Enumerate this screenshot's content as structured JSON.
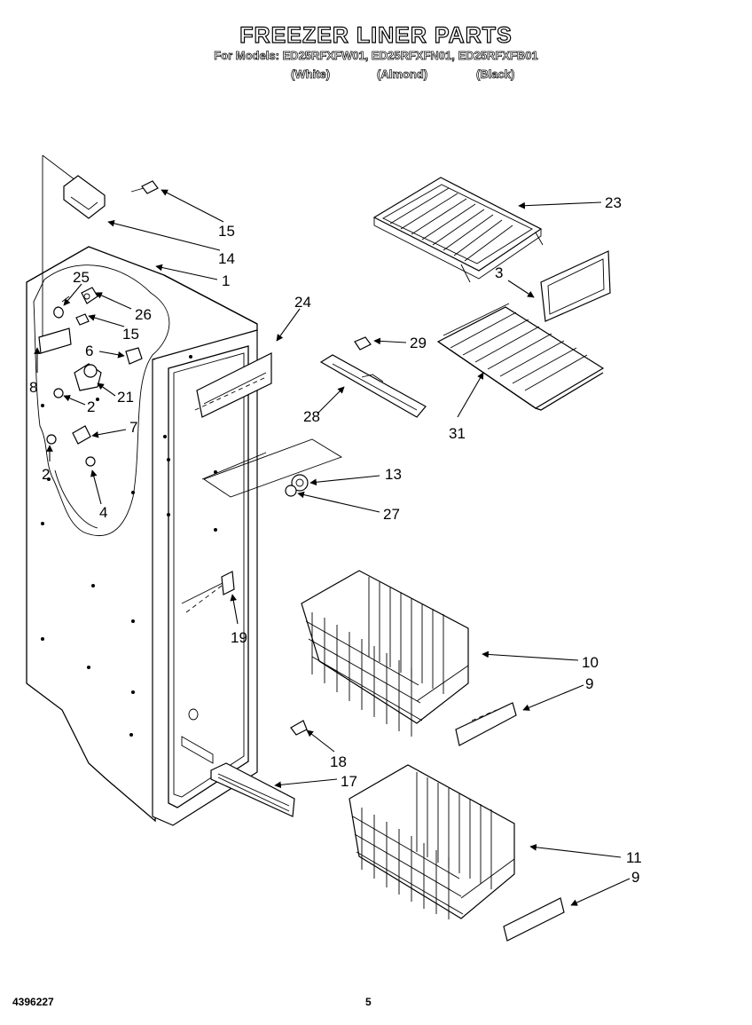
{
  "header": {
    "title": "FREEZER LINER PARTS",
    "models": "For Models: ED25RFXFW01, ED25RFXFN01, ED25RFXFB01",
    "colors": [
      "(White)",
      "(Almond)",
      "(Black)"
    ]
  },
  "callouts": {
    "c23": "23",
    "c15a": "15",
    "c14": "14",
    "c1": "1",
    "c25": "25",
    "c26": "26",
    "c15b": "15",
    "c24": "24",
    "c3": "3",
    "c29": "29",
    "c6": "6",
    "c8": "8",
    "c21": "21",
    "c2a": "2",
    "c28": "28",
    "c31": "31",
    "c7": "7",
    "c2b": "2",
    "c13": "13",
    "c4": "4",
    "c27": "27",
    "c19": "19",
    "c10": "10",
    "c9a": "9",
    "c18": "18",
    "c17": "17",
    "c11": "11",
    "c9b": "9"
  },
  "footer": {
    "doc_number": "4396227",
    "page_number": "5"
  }
}
